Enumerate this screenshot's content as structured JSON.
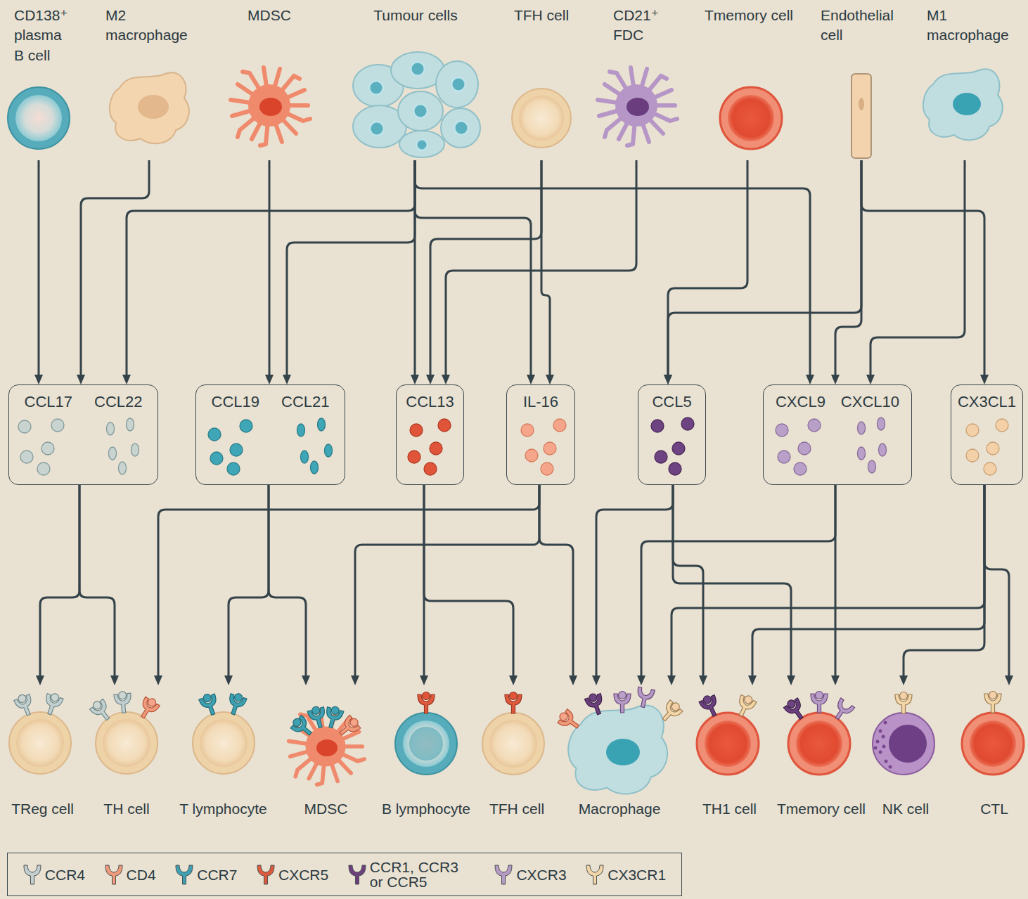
{
  "diagram": {
    "nodes": [
      {
        "text": [
          "CD138⁺ plasma B cell"
        ]
      },
      {
        "text": [
          "M2 macrophage"
        ]
      },
      {
        "text": [
          "MDSC"
        ]
      },
      {
        "text": [
          "Tumour cells"
        ]
      },
      {
        "text": [
          "TFH cell"
        ]
      },
      {
        "text": [
          "CD21⁺ FDC"
        ]
      },
      {
        "text": [
          "Tmemory cell"
        ]
      },
      {
        "text": [
          "Endothelial cell"
        ]
      },
      {
        "text": [
          "M1 macrophage"
        ]
      },
      {
        "text": [
          "CCL17",
          "CCL22"
        ]
      },
      {
        "text": [
          "CCL19",
          "CCL21"
        ]
      },
      {
        "text": [
          "CCL13"
        ]
      },
      {
        "text": [
          "IL-16"
        ]
      },
      {
        "text": [
          "CCL5"
        ]
      },
      {
        "text": [
          "CXCL9",
          "CXCL10"
        ]
      },
      {
        "text": [
          "CX3CL1"
        ]
      },
      {
        "text": [
          "TReg cell"
        ]
      },
      {
        "text": [
          "TH cell"
        ]
      },
      {
        "text": [
          "T lymphocyte"
        ]
      },
      {
        "text": [
          "MDSC"
        ]
      },
      {
        "text": [
          "B lymphocyte"
        ]
      },
      {
        "text": [
          "TFH cell"
        ]
      },
      {
        "text": [
          "Macrophage"
        ]
      },
      {
        "text": [
          "TH1 cell"
        ]
      },
      {
        "text": [
          "Tmemory cell"
        ]
      },
      {
        "text": [
          "NK cell"
        ]
      },
      {
        "text": [
          "CTL"
        ]
      }
    ],
    "edges": [
      {
        "from": 0,
        "to": 9,
        "arrow": "to"
      },
      {
        "from": 1,
        "to": 9,
        "arrow": "to"
      },
      {
        "from": 2,
        "to": 10,
        "arrow": "to"
      },
      {
        "from": 3,
        "to": 9,
        "arrow": "to"
      },
      {
        "from": 3,
        "to": 10,
        "arrow": "to"
      },
      {
        "from": 3,
        "to": 11,
        "arrow": "to"
      },
      {
        "from": 3,
        "to": 12,
        "arrow": "to"
      },
      {
        "from": 3,
        "to": 14,
        "arrow": "to"
      },
      {
        "from": 4,
        "to": 11,
        "arrow": "to"
      },
      {
        "from": 4,
        "to": 12,
        "arrow": "to"
      },
      {
        "from": 5,
        "to": 11,
        "arrow": "to"
      },
      {
        "from": 6,
        "to": 13,
        "arrow": "to"
      },
      {
        "from": 7,
        "to": 13,
        "arrow": "to"
      },
      {
        "from": 7,
        "to": 14,
        "arrow": "to"
      },
      {
        "from": 7,
        "to": 15,
        "arrow": "to"
      },
      {
        "from": 8,
        "to": 14,
        "arrow": "to"
      },
      {
        "from": 9,
        "to": 16,
        "arrow": "to"
      },
      {
        "from": 9,
        "to": 17,
        "arrow": "to"
      },
      {
        "from": 10,
        "to": 18,
        "arrow": "to"
      },
      {
        "from": 10,
        "to": 19,
        "arrow": "to"
      },
      {
        "from": 11,
        "to": 20,
        "arrow": "to"
      },
      {
        "from": 11,
        "to": 21,
        "arrow": "to"
      },
      {
        "from": 12,
        "to": 17,
        "arrow": "to"
      },
      {
        "from": 12,
        "to": 19,
        "arrow": "to"
      },
      {
        "from": 12,
        "to": 22,
        "arrow": "to"
      },
      {
        "from": 13,
        "to": 22,
        "arrow": "to"
      },
      {
        "from": 13,
        "to": 23,
        "arrow": "to"
      },
      {
        "from": 13,
        "to": 24,
        "arrow": "to"
      },
      {
        "from": 14,
        "to": 22,
        "arrow": "to"
      },
      {
        "from": 14,
        "to": 24,
        "arrow": "to"
      },
      {
        "from": 15,
        "to": 22,
        "arrow": "to"
      },
      {
        "from": 15,
        "to": 23,
        "arrow": "to"
      },
      {
        "from": 15,
        "to": 25,
        "arrow": "to"
      },
      {
        "from": 15,
        "to": 26,
        "arrow": "to"
      }
    ],
    "legend": [
      {
        "text": "CCR4",
        "color": "#c4cfd0"
      },
      {
        "text": "CD4",
        "color": "#ef9a7a"
      },
      {
        "text": "CCR7",
        "color": "#3ea0b0"
      },
      {
        "text": "CXCR5",
        "color": "#dd5a3c"
      },
      {
        "text": "CCR1, CCR3 or CCR5",
        "color": "#6b3f7c"
      },
      {
        "text": "CXCR3",
        "color": "#b49ac4"
      },
      {
        "text": "CX3CR1",
        "color": "#f2d6a8"
      }
    ]
  }
}
